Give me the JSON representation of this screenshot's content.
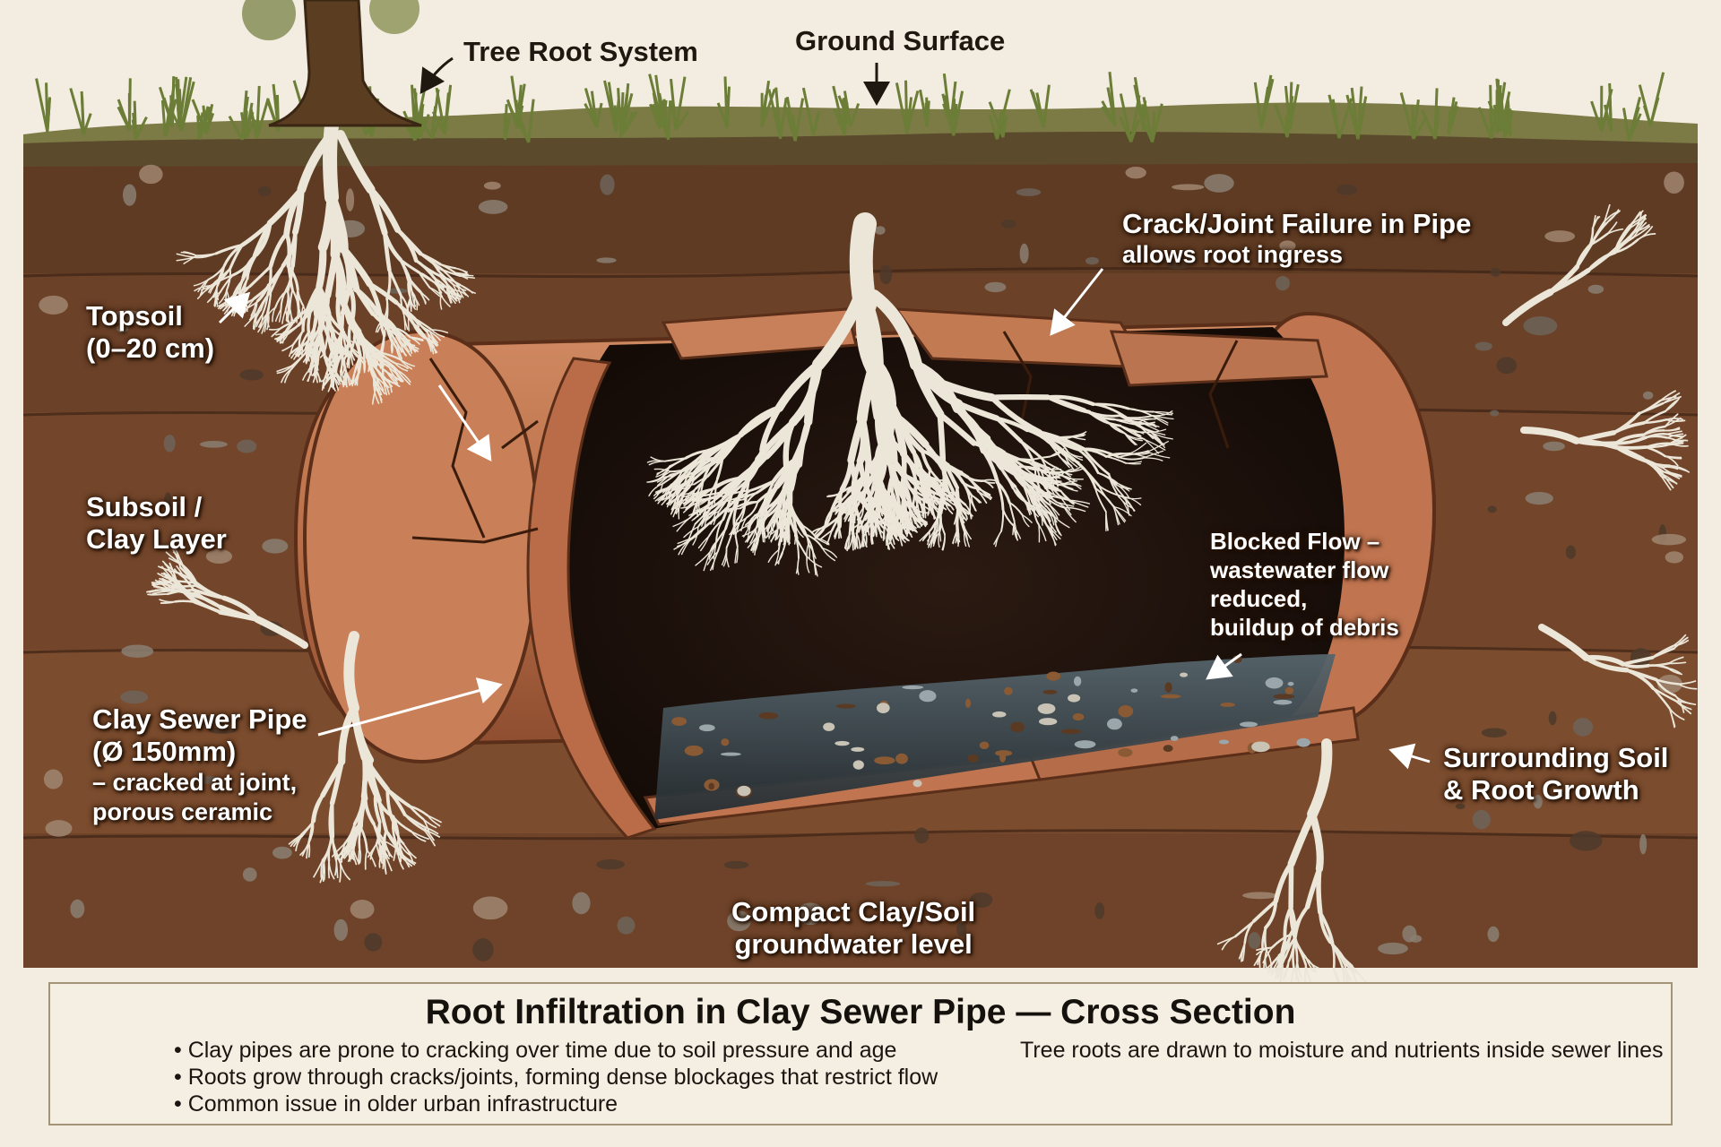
{
  "labels": {
    "ground_surface": "Ground Surface",
    "tree_root_system": "Tree Root System",
    "topsoil": "Topsoil",
    "topsoil_depth": "(0–20 cm)",
    "subsoil_line1": "Subsoil /",
    "subsoil_line2": "Clay Layer",
    "pipe_line1": "Clay Sewer Pipe",
    "pipe_line2": "(Ø 150mm)",
    "pipe_line3": "– cracked at joint,",
    "pipe_line4": "porous ceramic",
    "crack_title": "Crack/Joint Failure in Pipe",
    "crack_sub": "allows root ingress",
    "blocked_line1": "Blocked Flow –",
    "blocked_line2": "wastewater flow",
    "blocked_line3": "reduced,",
    "blocked_line4": "buildup of debris",
    "surrounding_line1": "Surrounding Soil",
    "surrounding_line2": "& Root Growth",
    "compact_line1": "Compact Clay/Soil",
    "compact_line2": "groundwater level"
  },
  "caption": {
    "title": "Root Infiltration in Clay Sewer Pipe — Cross Section",
    "bullets": [
      "• Clay pipes are prone to cracking over time due to soil pressure and age",
      "Tree roots are drawn to moisture and nutrients inside sewer lines",
      "• Roots grow through cracks/joints, forming dense blockages that restrict flow",
      "• Common issue in older urban infrastructure"
    ]
  },
  "colors": {
    "topsoil": "#5e3a22",
    "subsoil": "#6a4027",
    "clay": "#7a4a2c",
    "pipe": "#c27a55",
    "root": "#e9e4d6",
    "grass": "#6f7d3e",
    "water": "#3c4a52"
  }
}
